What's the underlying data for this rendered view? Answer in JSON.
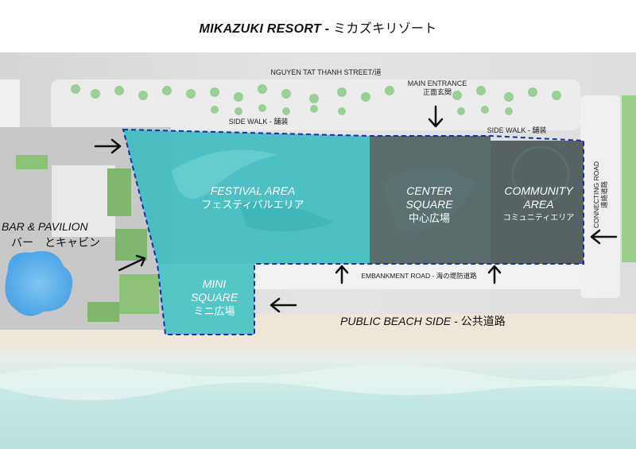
{
  "title": {
    "bold": "MIKAZUKI RESORT -",
    "jp": "ミカズキリゾート"
  },
  "streets": {
    "top": "NGUYEN TAT THANH STREET/道",
    "sidewalk_left": "SIDE WALK - 舗装",
    "sidewalk_right": "SIDE WALK - 舗装",
    "embankment": "EMBANKMENT ROAD - 海の堤防道路",
    "connecting_en": "CONNECTING ROAD",
    "connecting_jp": "連絡道路"
  },
  "entrance": {
    "en": "MAIN ENTRANCE",
    "jp": "正面玄関"
  },
  "zones": {
    "festival": {
      "en": "FESTIVAL AREA",
      "jp": "フェスティバルエリア"
    },
    "center": {
      "en1": "CENTER",
      "en2": "SQUARE",
      "jp": "中心広場"
    },
    "community": {
      "en1": "COMMUNITY",
      "en2": "AREA",
      "jp": "コミュニティエリア"
    },
    "mini": {
      "en1": "MINI",
      "en2": "SQUARE",
      "jp": "ミニ広場"
    }
  },
  "bar": {
    "en": "BAR & PAVILION",
    "jp": "バー　とキャビン"
  },
  "beach": {
    "en": "PUBLIC BEACH SIDE -",
    "jp": "公共道路"
  },
  "colors": {
    "teal": "#3fbdc0",
    "dark": "#4c5c5c",
    "dash": "#1c2fa8",
    "sea": "#bfe6e3",
    "sand": "#efe6da"
  }
}
